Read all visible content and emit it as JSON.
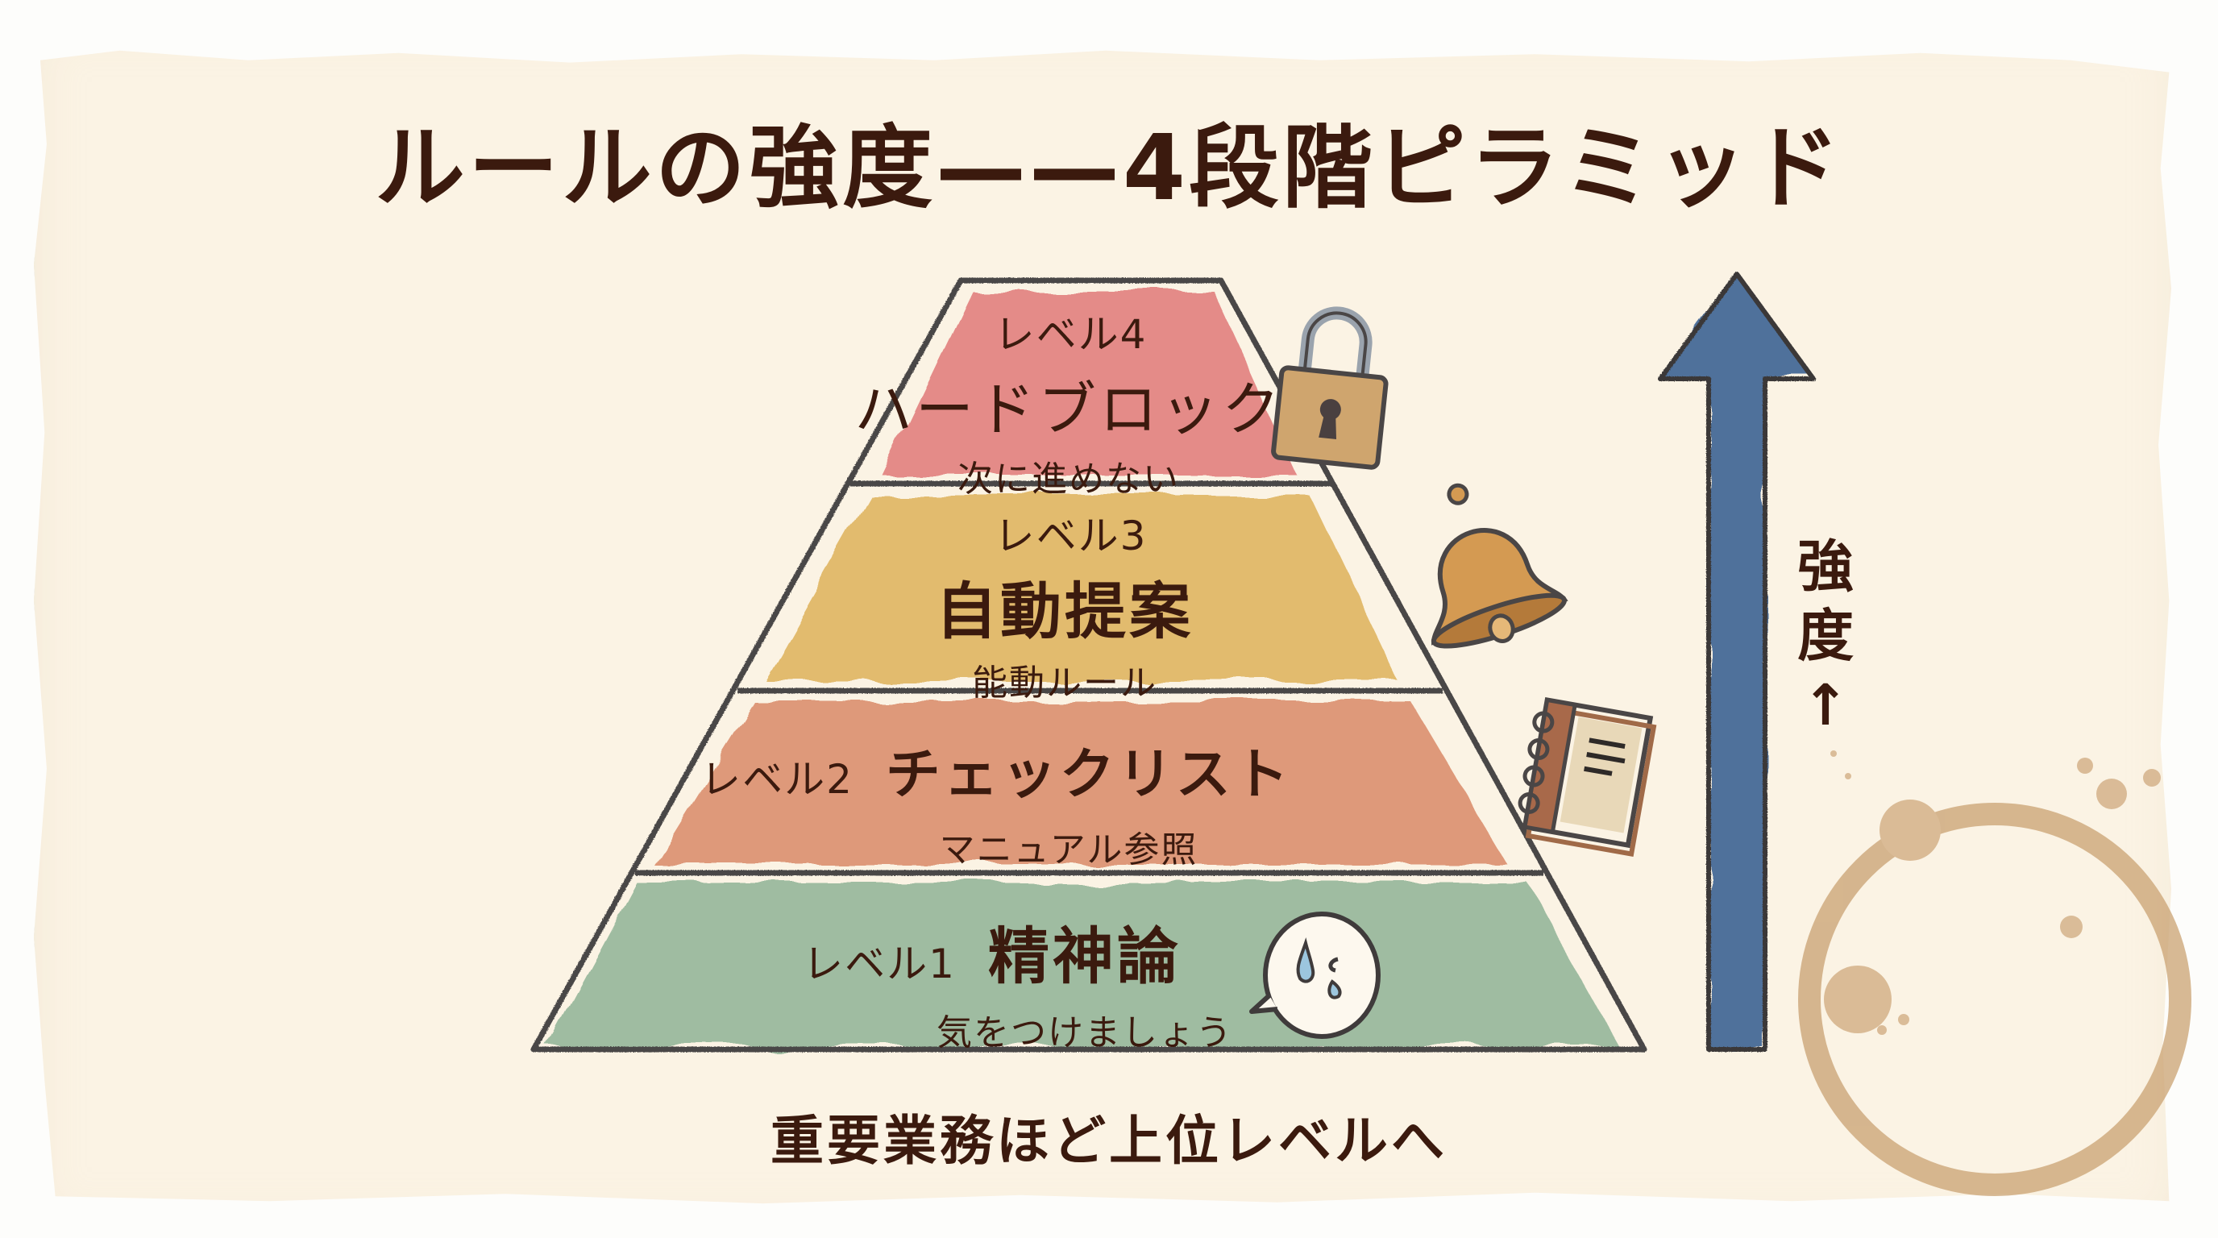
{
  "title": "ルールの強度——4段階ピラミッド",
  "pyramid": {
    "levels": [
      {
        "level": "レベル4",
        "name": "ハードブロック",
        "description": "次に進めない",
        "color": "#e07a78",
        "icon": "padlock-icon"
      },
      {
        "level": "レベル3",
        "name": "自動提案",
        "description": "能動ルール",
        "color": "#deb25a",
        "icon": "bell-icon"
      },
      {
        "level": "レベル2",
        "name": "チェックリスト",
        "description": "マニュアル参照",
        "color": "#d98a68",
        "icon": "notebook-icon"
      },
      {
        "level": "レベル1",
        "name": "精神論",
        "description": "気をつけましょう",
        "color": "#8fb396",
        "icon": "crying-speech-bubble-icon"
      }
    ]
  },
  "axis": {
    "label_line1": "強",
    "label_line2": "度",
    "label_arrow": "↑",
    "arrow_color": "#3d6494"
  },
  "footer": "重要業務ほど上位レベルへ",
  "chart_data": {
    "type": "pyramid",
    "title": "ルールの強度——4段階ピラミッド",
    "levels_top_to_bottom": [
      {
        "rank": 4,
        "label": "レベル4",
        "name": "ハードブロック",
        "note": "次に進めない"
      },
      {
        "rank": 3,
        "label": "レベル3",
        "name": "自動提案",
        "note": "能動ルール"
      },
      {
        "rank": 2,
        "label": "レベル2",
        "name": "チェックリスト",
        "note": "マニュアル参照"
      },
      {
        "rank": 1,
        "label": "レベル1",
        "name": "精神論",
        "note": "気をつけましょう"
      }
    ],
    "axis_label": "強度↑",
    "caption": "重要業務ほど上位レベルへ"
  }
}
